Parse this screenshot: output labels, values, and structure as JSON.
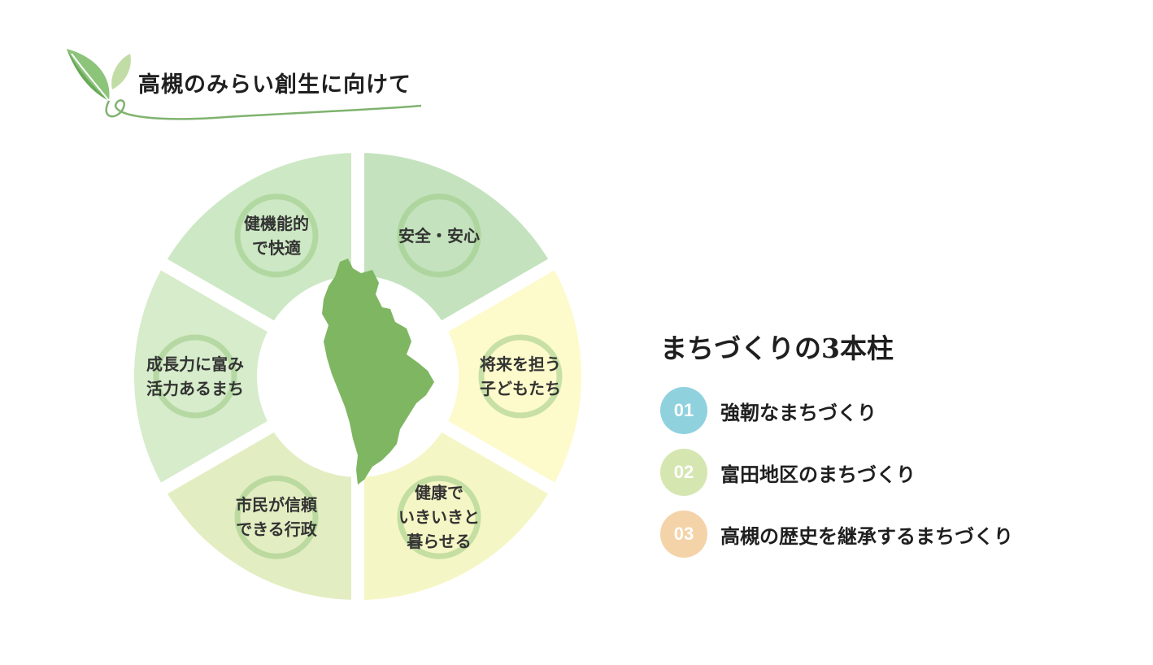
{
  "header": {
    "title": "高槻のみらい創生に向けて",
    "icon": "leaf-icon"
  },
  "wheel": {
    "center_icon": "takatsuki-city-map-icon",
    "segments": [
      {
        "id": "safety",
        "lines": [
          "安全・安心"
        ],
        "color": "#c3e2bd",
        "icon": "heart-people-icon"
      },
      {
        "id": "children",
        "lines": [
          "将来を担う",
          "子どもたち"
        ],
        "color": "#fdfacc",
        "icon": "children-icon"
      },
      {
        "id": "health",
        "lines": [
          "健康で",
          "いきいきと",
          "暮らせる"
        ],
        "color": "#f5f6c5",
        "icon": "elderly-people-icon"
      },
      {
        "id": "government",
        "lines": [
          "市民が信頼",
          "できる行政"
        ],
        "color": "#e3edc2",
        "icon": "city-hall-icon"
      },
      {
        "id": "growth",
        "lines": [
          "成長力に富み",
          "活力あるまち"
        ],
        "color": "#d6eccb",
        "icon": "growth-chart-icon"
      },
      {
        "id": "comfort",
        "lines": [
          "健機能的",
          "で快適"
        ],
        "color": "#cde8c4",
        "icon": "people-circle-icon"
      }
    ]
  },
  "pillars": {
    "title": "まちづくりの3本柱",
    "items": [
      {
        "num": "01",
        "label": "強靭なまちづくり",
        "color": "#8fd2de"
      },
      {
        "num": "02",
        "label": "富田地区のまちづくり",
        "color": "#d6e6b1"
      },
      {
        "num": "03",
        "label": "高槻の歴史を継承するまちづくり",
        "color": "#f5d3a8"
      }
    ]
  }
}
